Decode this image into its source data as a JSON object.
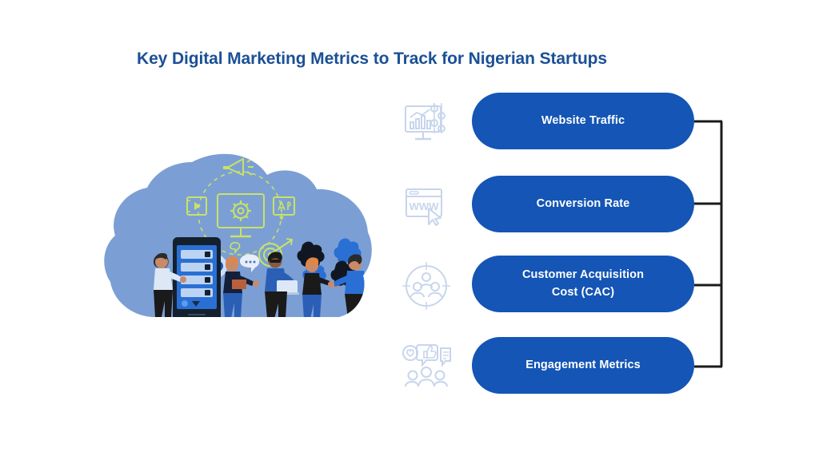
{
  "title": "Key Digital Marketing Metrics to Track for Nigerian Startups",
  "colors": {
    "background": "#ffffff",
    "title": "#1a5095",
    "pill": "#1455b5",
    "pill_text": "#ffffff",
    "cloud": "#7b9fd4",
    "accent_green": "#c9e265",
    "connector": "#1a1a1a",
    "icon_tint": "#8aa6d8"
  },
  "illustration": {
    "name": "digital-marketing-team-cloud-illustration",
    "cloud_color": "#7b9fd4",
    "central_graphic": "monitor-with-gear-surrounded-by-marketing-icons",
    "ring_icons": [
      "megaphone-icon",
      "play-video-icon",
      "ad-display-icon",
      "target-arrow-icon",
      "document-icon"
    ],
    "figures": 5,
    "props": [
      "tablet-device",
      "puzzle-pieces",
      "laptop",
      "speech-bubbles"
    ]
  },
  "metrics": [
    {
      "label": "Website Traffic",
      "icon": "analytics-monitor-icon"
    },
    {
      "label": "Conversion Rate",
      "icon": "www-browser-cursor-icon"
    },
    {
      "label": "Customer Acquisition Cost (CAC)",
      "label_line1": "Customer Acquisition",
      "label_line2": "Cost (CAC)",
      "icon": "target-audience-icon"
    },
    {
      "label": "Engagement Metrics",
      "icon": "social-engagement-icon"
    }
  ]
}
